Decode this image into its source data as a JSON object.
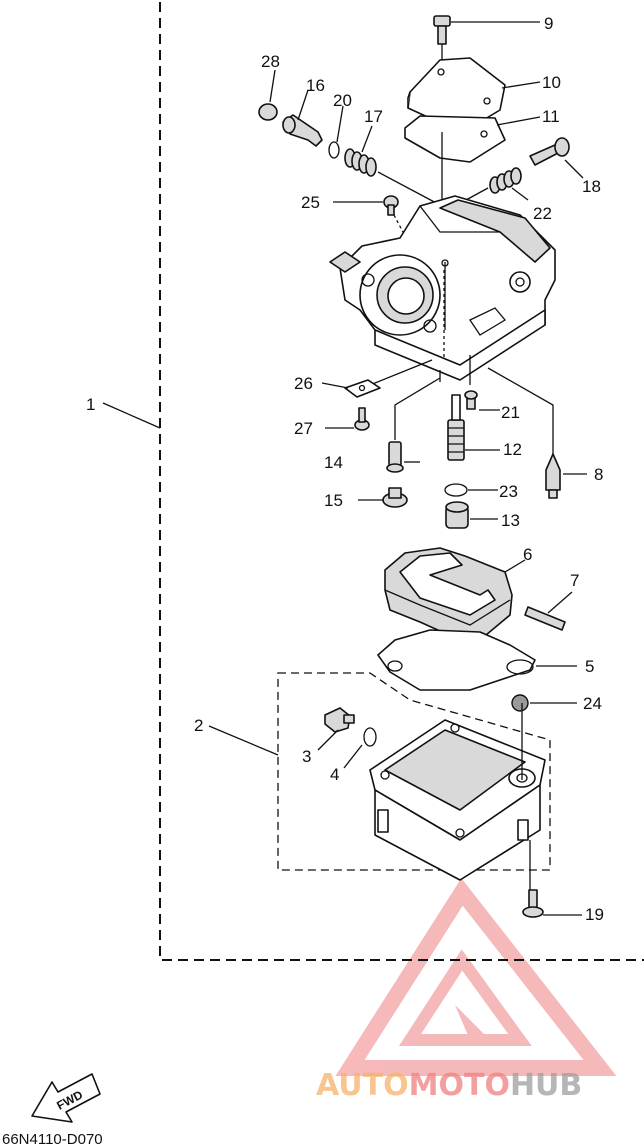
{
  "diagram": {
    "part_labels": [
      "1",
      "2",
      "3",
      "4",
      "5",
      "6",
      "7",
      "8",
      "9",
      "10",
      "11",
      "12",
      "13",
      "14",
      "15",
      "16",
      "17",
      "18",
      "19",
      "20",
      "21",
      "22",
      "23",
      "24",
      "25",
      "26",
      "27",
      "28"
    ],
    "drawing_code": "66N4110-D070",
    "fwd_label": "FWD",
    "watermark": {
      "part1": "AUTO",
      "part2": "MOTO",
      "part3": "HUB"
    },
    "colors": {
      "line": "#111111",
      "part_fill": "#d9d9d9",
      "watermark_red": "#f08080",
      "watermark_orange": "#f6b26b",
      "watermark_grey": "#9e9e9e"
    }
  }
}
